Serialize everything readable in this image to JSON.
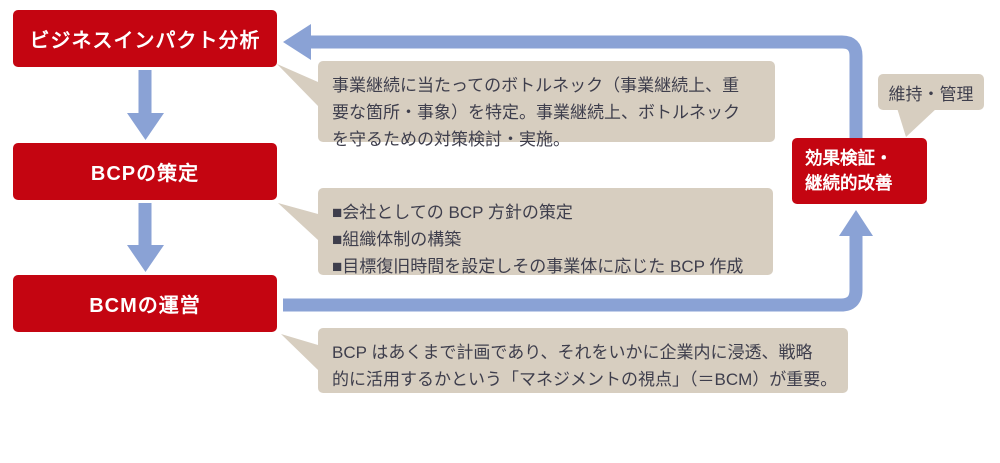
{
  "diagram_title": "BCP/BCM process flow",
  "flow_boxes": [
    {
      "id": "bia",
      "label": "ビジネスインパクト分析"
    },
    {
      "id": "bcp",
      "label": "BCPの策定"
    },
    {
      "id": "bcm",
      "label": "BCMの運営"
    }
  ],
  "result_box": {
    "line1": "効果検証・",
    "line2": "継続的改善"
  },
  "maintain_label": "維持・管理",
  "callouts": [
    {
      "for": "bia",
      "lines": [
        "事業継続に当たってのボトルネック（事業継続上、重",
        "要な箇所・事象）を特定。事業継続上、ボトルネック",
        "を守るための対策検討・実施。"
      ]
    },
    {
      "for": "bcp",
      "lines": [
        "■会社としての BCP 方針の策定",
        "■組織体制の構築",
        "■目標復旧時間を設定しその事業体に応じた BCP 作成"
      ]
    },
    {
      "for": "bcm",
      "lines": [
        "BCP はあくまで計画であり、それをいかに企業内に浸透、戦略",
        "的に活用するかという「マネジメントの視点」（＝BCM）が重要。"
      ]
    }
  ],
  "colors": {
    "box_red": "#c40511",
    "arrow_blue": "#8aa2d5",
    "callout_beige": "#d7cec0",
    "callout_text": "#3e3e4c",
    "box_text": "#ffffff",
    "background": "#ffffff"
  }
}
